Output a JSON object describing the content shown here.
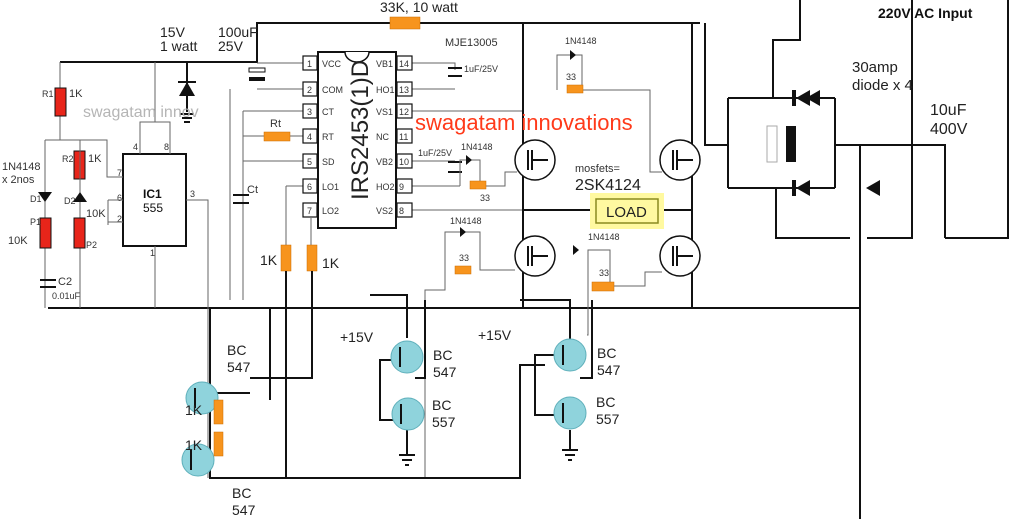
{
  "title_label": "220V AC Input",
  "ic_driver": {
    "name": "IRS2453(1)D",
    "left_pins": [
      {
        "num": "1",
        "name": "VCC"
      },
      {
        "num": "2",
        "name": "COM"
      },
      {
        "num": "3",
        "name": "CT"
      },
      {
        "num": "4",
        "name": "RT"
      },
      {
        "num": "5",
        "name": "SD"
      },
      {
        "num": "6",
        "name": "LO1"
      },
      {
        "num": "7",
        "name": "LO2"
      }
    ],
    "right_pins": [
      {
        "num": "14",
        "name": "VB1"
      },
      {
        "num": "13",
        "name": "HO1"
      },
      {
        "num": "12",
        "name": "VS1"
      },
      {
        "num": "11",
        "name": "NC"
      },
      {
        "num": "10",
        "name": "VB2"
      },
      {
        "num": "9",
        "name": "HO2"
      },
      {
        "num": "8",
        "name": "VS2"
      }
    ]
  },
  "ic_timer": {
    "name": "IC1",
    "part": "555",
    "pins": {
      "p4": "4",
      "p8": "8",
      "p7": "7",
      "p6": "6",
      "p2": "2",
      "p3": "3",
      "p1": "1"
    }
  },
  "labels": {
    "r_dropper": "33K, 10 watt",
    "zener_v": "15V",
    "zener_w": "1 watt",
    "cap_main_v": "100uF",
    "cap_main_r": "25V",
    "mje": "MJE13005",
    "boot1": "1uF/25V",
    "boot2": "1uF/25V",
    "rt": "Rt",
    "ct": "Ct",
    "r1": "R1",
    "r1v": "1K",
    "r2": "R2",
    "r2v": "1K",
    "d_note1": "1N4148",
    "d_note2": "x 2nos",
    "d1": "D1",
    "d2": "D2",
    "p1": "P1",
    "p1v": "10K",
    "p2": "P2",
    "p2v": "10K",
    "c2": "C2",
    "c2v": "0.01uF",
    "lo1_r": "1K",
    "lo2_r": "1K",
    "gate_d": [
      "1N4148",
      "1N4148",
      "1N4148",
      "1N4148"
    ],
    "gate_r": [
      "33",
      "33",
      "33",
      "33"
    ],
    "mosfets_note": "mosfets=",
    "mosfet": "2SK4124",
    "load": "LOAD",
    "bridge1": "30amp",
    "bridge2": "diode x 4",
    "filt1": "10uF",
    "filt2": "400V",
    "v15a": "+15V",
    "v15b": "+15V",
    "q_left_top": [
      "BC",
      "547"
    ],
    "q_left_bot": [
      "BC",
      "547"
    ],
    "q_mid_top": [
      "BC",
      "547"
    ],
    "q_mid_bot": [
      "BC",
      "557"
    ],
    "q_right_top": [
      "BC",
      "547"
    ],
    "q_right_bot": [
      "BC",
      "557"
    ],
    "rb1": "1K",
    "rb2": "1K"
  },
  "watermarks": {
    "gray": "swagatam innov",
    "orange": "swagatam innovations"
  },
  "colors": {
    "resistor": "#f7941d",
    "pot": "#e8251a",
    "transistor": "#8fd3dc",
    "load_highlight": "#fff9a0",
    "watermark": "#ff3a1a"
  }
}
